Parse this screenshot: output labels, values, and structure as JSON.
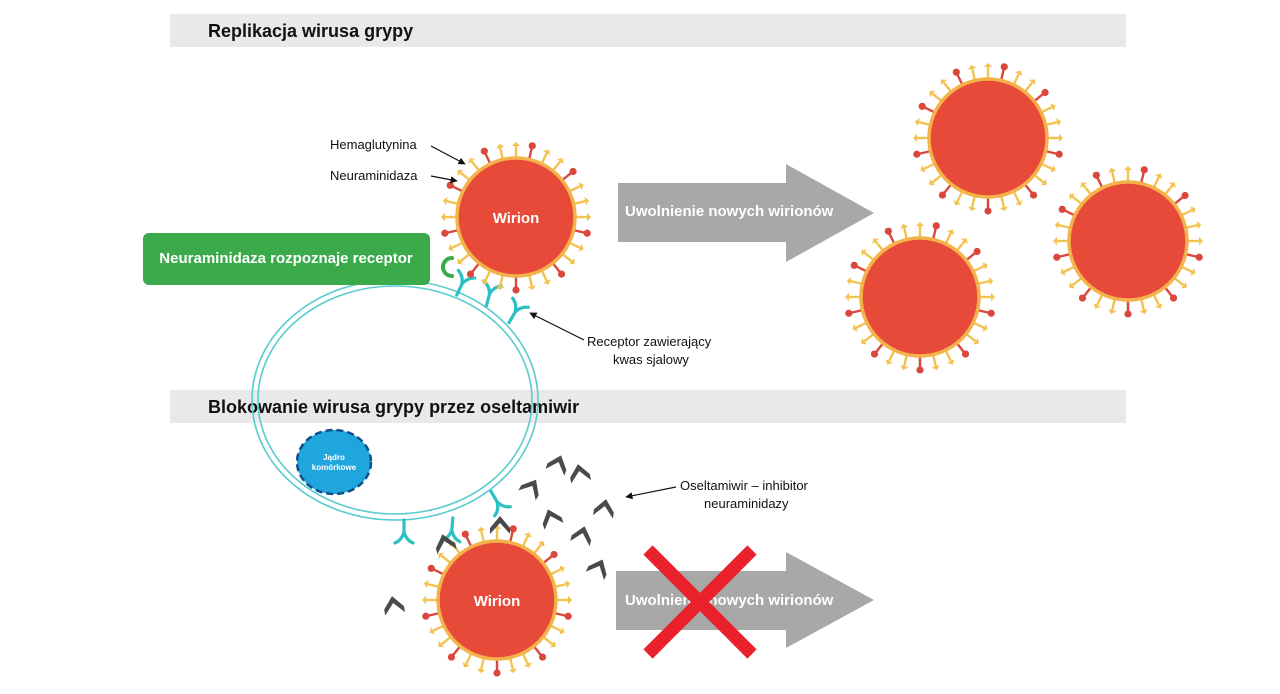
{
  "sections": {
    "top_title": "Replikacja wirusa grypy",
    "bottom_title": "Blokowanie wirusa grypy przez oseltamiwir"
  },
  "labels": {
    "hemaglutynina": "Hemaglutynina",
    "neuraminidaza": "Neuraminidaza",
    "wirion_top": "Wirion",
    "wirion_bottom": "Wirion",
    "green_box": "Neuraminidaza rozpoznaje receptor",
    "receptor_line1": "Receptor zawierający",
    "receptor_line2": "kwas sjalowy",
    "release_top": "Uwolnienie nowych wirionów",
    "release_bottom": "Uwolnienie nowych wirionów",
    "nucleus_line1": "Jądro",
    "nucleus_line2": "komórkowe",
    "oseltamiwir_line1": "Oseltamiwir – inhibitor",
    "oseltamiwir_line2": "neuraminidazy"
  },
  "colors": {
    "virion_fill": "#E84A3A",
    "virion_ring": "#F3B24A",
    "hemagglutinin": "#F4C24F",
    "neuraminidase": "#D9473D",
    "receptor": "#2BC0C4",
    "membrane": "#58CBD0",
    "green_box": "#3AAA4A",
    "arrow_gray": "#A8A8A8",
    "nucleus": "#1FA6DD",
    "inhibitor": "#4A4A4A",
    "cross": "#E8212B",
    "banner": "#E9E9EA"
  }
}
